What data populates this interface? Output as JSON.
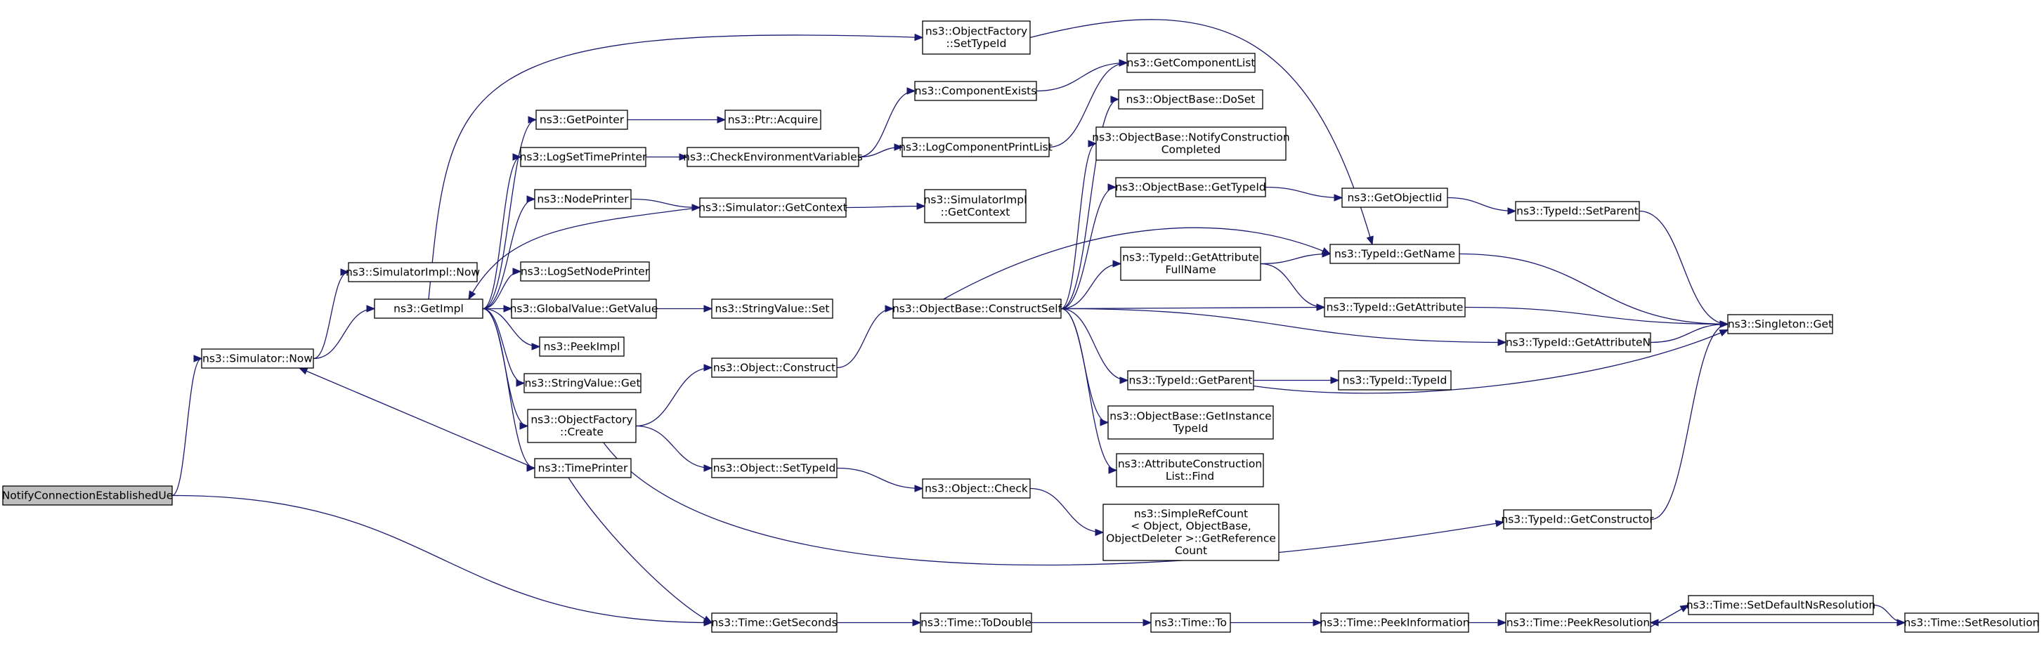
{
  "graph": {
    "colors": {
      "edge": "#191970",
      "node_fill": "#ffffff",
      "root_fill": "#bfbfbf",
      "border": "#000000"
    },
    "nodes": [
      {
        "id": "root",
        "lines": [
          "NotifyConnectionEstablishedUe"
        ],
        "root": true
      },
      {
        "id": "simnow",
        "lines": [
          "ns3::Simulator::Now"
        ]
      },
      {
        "id": "simimplnow",
        "lines": [
          "ns3::SimulatorImpl::Now"
        ]
      },
      {
        "id": "getimpl",
        "lines": [
          "ns3::GetImpl"
        ]
      },
      {
        "id": "timeprinter",
        "lines": [
          "ns3::TimePrinter"
        ]
      },
      {
        "id": "getseconds",
        "lines": [
          "ns3::Time::GetSeconds"
        ]
      },
      {
        "id": "getpointer",
        "lines": [
          "ns3::GetPointer"
        ]
      },
      {
        "id": "logsettime",
        "lines": [
          "ns3::LogSetTimePrinter"
        ]
      },
      {
        "id": "nodeprinter",
        "lines": [
          "ns3::NodePrinter"
        ]
      },
      {
        "id": "logsetnode",
        "lines": [
          "ns3::LogSetNodePrinter"
        ]
      },
      {
        "id": "gvgetvalue",
        "lines": [
          "ns3::GlobalValue::GetValue"
        ]
      },
      {
        "id": "peekimpl",
        "lines": [
          "ns3::PeekImpl"
        ]
      },
      {
        "id": "svget",
        "lines": [
          "ns3::StringValue::Get"
        ]
      },
      {
        "id": "ofcreate",
        "lines": [
          "ns3::ObjectFactory",
          "::Create"
        ]
      },
      {
        "id": "ofsettypeid",
        "lines": [
          "ns3::ObjectFactory",
          "::SetTypeId"
        ]
      },
      {
        "id": "ptracquire",
        "lines": [
          "ns3::Ptr::Acquire"
        ]
      },
      {
        "id": "checkenv",
        "lines": [
          "ns3::CheckEnvironmentVariables"
        ]
      },
      {
        "id": "simgetctx",
        "lines": [
          "ns3::Simulator::GetContext"
        ]
      },
      {
        "id": "svset",
        "lines": [
          "ns3::StringValue::Set"
        ]
      },
      {
        "id": "objconstruct",
        "lines": [
          "ns3::Object::Construct"
        ]
      },
      {
        "id": "objsettypeid",
        "lines": [
          "ns3::Object::SetTypeId"
        ]
      },
      {
        "id": "compexists",
        "lines": [
          "ns3::ComponentExists"
        ]
      },
      {
        "id": "logcompprint",
        "lines": [
          "ns3::LogComponentPrintList"
        ]
      },
      {
        "id": "simimplgetctx",
        "lines": [
          "ns3::SimulatorImpl",
          "::GetContext"
        ]
      },
      {
        "id": "obconstructself",
        "lines": [
          "ns3::ObjectBase::ConstructSelf"
        ]
      },
      {
        "id": "objcheck",
        "lines": [
          "ns3::Object::Check"
        ]
      },
      {
        "id": "timetodouble",
        "lines": [
          "ns3::Time::ToDouble"
        ]
      },
      {
        "id": "getcomplist",
        "lines": [
          "ns3::GetComponentList"
        ]
      },
      {
        "id": "obdoset",
        "lines": [
          "ns3::ObjectBase::DoSet"
        ]
      },
      {
        "id": "obnotify",
        "lines": [
          "ns3::ObjectBase::NotifyConstruction",
          "Completed"
        ]
      },
      {
        "id": "obgettypeid",
        "lines": [
          "ns3::ObjectBase::GetTypeId"
        ]
      },
      {
        "id": "tidgetattrfull",
        "lines": [
          "ns3::TypeId::GetAttribute",
          "FullName"
        ]
      },
      {
        "id": "tidgetparent",
        "lines": [
          "ns3::TypeId::GetParent"
        ]
      },
      {
        "id": "obgetinstance",
        "lines": [
          "ns3::ObjectBase::GetInstance",
          "TypeId"
        ]
      },
      {
        "id": "acfind",
        "lines": [
          "ns3::AttributeConstruction",
          "List::Find"
        ]
      },
      {
        "id": "simplerefcount",
        "lines": [
          "ns3::SimpleRefCount",
          "< Object, ObjectBase,",
          "ObjectDeleter >::GetReference",
          "Count"
        ]
      },
      {
        "id": "timeto",
        "lines": [
          "ns3::Time::To"
        ]
      },
      {
        "id": "getobjectiid",
        "lines": [
          "ns3::GetObjectIid"
        ]
      },
      {
        "id": "tidgetname",
        "lines": [
          "ns3::TypeId::GetName"
        ]
      },
      {
        "id": "tidgetattr",
        "lines": [
          "ns3::TypeId::GetAttribute"
        ]
      },
      {
        "id": "tidtypeid",
        "lines": [
          "ns3::TypeId::TypeId"
        ]
      },
      {
        "id": "timepeekinfo",
        "lines": [
          "ns3::Time::PeekInformation"
        ]
      },
      {
        "id": "tidsetparent",
        "lines": [
          "ns3::TypeId::SetParent"
        ]
      },
      {
        "id": "tidgetattrn",
        "lines": [
          "ns3::TypeId::GetAttributeN"
        ]
      },
      {
        "id": "tidgetctor",
        "lines": [
          "ns3::TypeId::GetConstructor"
        ]
      },
      {
        "id": "timepeekres",
        "lines": [
          "ns3::Time::PeekResolution"
        ]
      },
      {
        "id": "timesetdefault",
        "lines": [
          "ns3::Time::SetDefaultNsResolution"
        ]
      },
      {
        "id": "singletonget",
        "lines": [
          "ns3::Singleton::Get"
        ]
      },
      {
        "id": "timesetres",
        "lines": [
          "ns3::Time::SetResolution"
        ]
      }
    ],
    "edges": [
      [
        "root",
        "simnow"
      ],
      [
        "root",
        "getseconds"
      ],
      [
        "simnow",
        "simimplnow"
      ],
      [
        "simnow",
        "getimpl"
      ],
      [
        "getimpl",
        "getpointer"
      ],
      [
        "getimpl",
        "logsettime"
      ],
      [
        "getimpl",
        "nodeprinter"
      ],
      [
        "getimpl",
        "logsetnode"
      ],
      [
        "getimpl",
        "gvgetvalue"
      ],
      [
        "getimpl",
        "peekimpl"
      ],
      [
        "getimpl",
        "svget"
      ],
      [
        "getimpl",
        "ofcreate"
      ],
      [
        "getimpl",
        "timeprinter"
      ],
      [
        "getimpl",
        "ofsettypeid"
      ],
      [
        "timeprinter",
        "simnow"
      ],
      [
        "timeprinter",
        "getseconds"
      ],
      [
        "getpointer",
        "ptracquire"
      ],
      [
        "logsettime",
        "checkenv"
      ],
      [
        "nodeprinter",
        "simgetctx"
      ],
      [
        "simgetctx",
        "simimplgetctx"
      ],
      [
        "simgetctx",
        "getimpl"
      ],
      [
        "gvgetvalue",
        "svset"
      ],
      [
        "ofcreate",
        "objconstruct"
      ],
      [
        "ofcreate",
        "objsettypeid"
      ],
      [
        "ofcreate",
        "tidgetctor"
      ],
      [
        "checkenv",
        "compexists"
      ],
      [
        "checkenv",
        "logcompprint"
      ],
      [
        "compexists",
        "getcomplist"
      ],
      [
        "logcompprint",
        "getcomplist"
      ],
      [
        "ofsettypeid",
        "tidgetname"
      ],
      [
        "objconstruct",
        "obconstructself"
      ],
      [
        "objsettypeid",
        "objcheck"
      ],
      [
        "objcheck",
        "simplerefcount"
      ],
      [
        "obconstructself",
        "obdoset"
      ],
      [
        "obconstructself",
        "obnotify"
      ],
      [
        "obconstructself",
        "obgettypeid"
      ],
      [
        "obconstructself",
        "tidgetattrfull"
      ],
      [
        "obconstructself",
        "tidgetname"
      ],
      [
        "obconstructself",
        "tidgetattr"
      ],
      [
        "obconstructself",
        "tidgetattrn"
      ],
      [
        "obconstructself",
        "tidgetparent"
      ],
      [
        "obconstructself",
        "obgetinstance"
      ],
      [
        "obconstructself",
        "acfind"
      ],
      [
        "obgettypeid",
        "getobjectiid"
      ],
      [
        "getobjectiid",
        "tidsetparent"
      ],
      [
        "tidsetparent",
        "singletonget"
      ],
      [
        "tidgetattrfull",
        "tidgetname"
      ],
      [
        "tidgetattrfull",
        "tidgetattr"
      ],
      [
        "tidgetname",
        "singletonget"
      ],
      [
        "tidgetattr",
        "singletonget"
      ],
      [
        "tidgetattrn",
        "singletonget"
      ],
      [
        "tidgetparent",
        "tidtypeid"
      ],
      [
        "tidgetparent",
        "singletonget"
      ],
      [
        "tidgetctor",
        "singletonget"
      ],
      [
        "getseconds",
        "timetodouble"
      ],
      [
        "timetodouble",
        "timeto"
      ],
      [
        "timeto",
        "timepeekinfo"
      ],
      [
        "timepeekinfo",
        "timepeekres"
      ],
      [
        "timepeekres",
        "timesetdefault"
      ],
      [
        "timesetdefault",
        "timesetres"
      ],
      [
        "timesetres",
        "timepeekres"
      ]
    ]
  }
}
